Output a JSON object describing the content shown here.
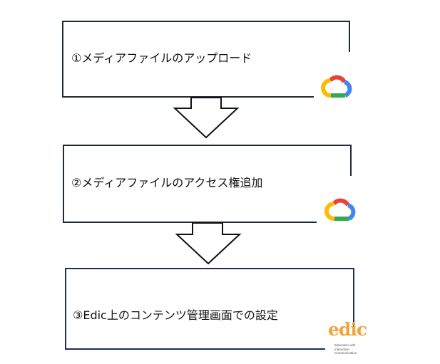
{
  "steps": [
    {
      "label": "①メディアファイルのアップロード",
      "logo": "google-cloud-logo"
    },
    {
      "label": "②メディアファイルのアクセス権追加",
      "logo": "google-cloud-logo"
    },
    {
      "label": "③Edic上のコンテンツ管理画面での設定",
      "logo": "edic-logo"
    }
  ],
  "edic_logo": {
    "word": "edic",
    "tagline": [
      "Education with",
      "Interactive",
      "Communication"
    ]
  },
  "colors": {
    "box_border": "#1f2a36",
    "box3_border": "#1c2f5a",
    "arrow_border": "#111111",
    "google_blue": "#4285F4",
    "google_red": "#EA4335",
    "google_yellow": "#FBBC05",
    "google_green": "#34A853",
    "edic_orange": "#f0a53a"
  }
}
